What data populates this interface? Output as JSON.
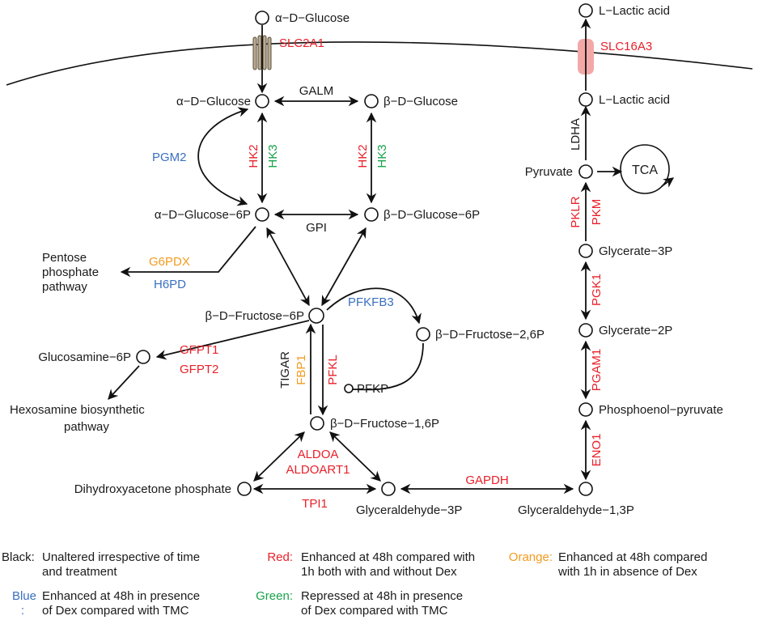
{
  "colors": {
    "black": "#1a1a1a",
    "red": "#e8202a",
    "blue": "#3a6fc0",
    "green": "#17a34a",
    "orange": "#f39a1e",
    "transporter_red": "#f3a8a8",
    "transporter_brown": "#7a6a55"
  },
  "metabolites": {
    "glucose_out": "α−D−Glucose",
    "lactate_out": "L−Lactic acid",
    "glucose_a": "α−D−Glucose",
    "glucose_b": "β−D−Glucose",
    "lactate_in": "L−Lactic acid",
    "pyruvate": "Pyruvate",
    "tca": "TCA",
    "g6p_a": "α−D−Glucose−6P",
    "g6p_b": "β−D−Glucose−6P",
    "glycerate3p": "Glycerate−3P",
    "pentose_line1": "Pentose",
    "pentose_line2": "phosphate",
    "pentose_line3": "pathway",
    "f6p": "β−D−Fructose−6P",
    "f26p": "β−D−Fructose−2,6P",
    "glycerate2p": "Glycerate−2P",
    "glucosamine6p": "Glucosamine−6P",
    "pfkp_node": "PFKP",
    "hexosamine_line1": "Hexosamine biosynthetic",
    "hexosamine_line2": "pathway",
    "pep": "Phosphoenol−pyruvate",
    "f16p": "β−D−Fructose−1,6P",
    "dhap": "Dihydroxyacetone phosphate",
    "gap": "Glyceraldehyde−3P",
    "bpg": "Glyceraldehyde−1,3P"
  },
  "enzymes": {
    "slc2a1": "SLC2A1",
    "slc16a3": "SLC16A3",
    "galm": "GALM",
    "pgm2": "PGM2",
    "hk2_a": "HK2",
    "hk3_a": "HK3",
    "hk2_b": "HK2",
    "hk3_b": "HK3",
    "ldha": "LDHA",
    "gpi": "GPI",
    "pklr": "PKLR",
    "pkm": "PKM",
    "g6pdx": "G6PDX",
    "h6pd": "H6PD",
    "pfkfb3": "PFKFB3",
    "pgk1": "PGK1",
    "gfpt1": "GFPT1",
    "gfpt2": "GFPT2",
    "tigar": "TIGAR",
    "fbp1": "FBP1",
    "pfkl": "PFKL",
    "pgam1": "PGAM1",
    "aldoa": "ALDOA",
    "aldoart1": "ALDOART1",
    "eno1": "ENO1",
    "gapdh": "GAPDH",
    "tpi1": "TPI1"
  },
  "legend": {
    "black_key": "Black:",
    "black_line1": "Unaltered irrespective of time",
    "black_line2": "and treatment",
    "red_key": "Red:",
    "red_line1": "Enhanced at 48h compared with",
    "red_line2": "1h both with and without Dex",
    "orange_key": "Orange:",
    "orange_line1": "Enhanced at 48h compared",
    "orange_line2": "with 1h in absence of Dex",
    "blue_key_line1": "Blue",
    "blue_key_line2": ":",
    "blue_line1": "Enhanced at 48h in presence",
    "blue_line2": "of Dex compared with TMC",
    "green_key": "Green:",
    "green_line1": "Repressed at 48h in presence",
    "green_line2": "of Dex compared with TMC"
  }
}
